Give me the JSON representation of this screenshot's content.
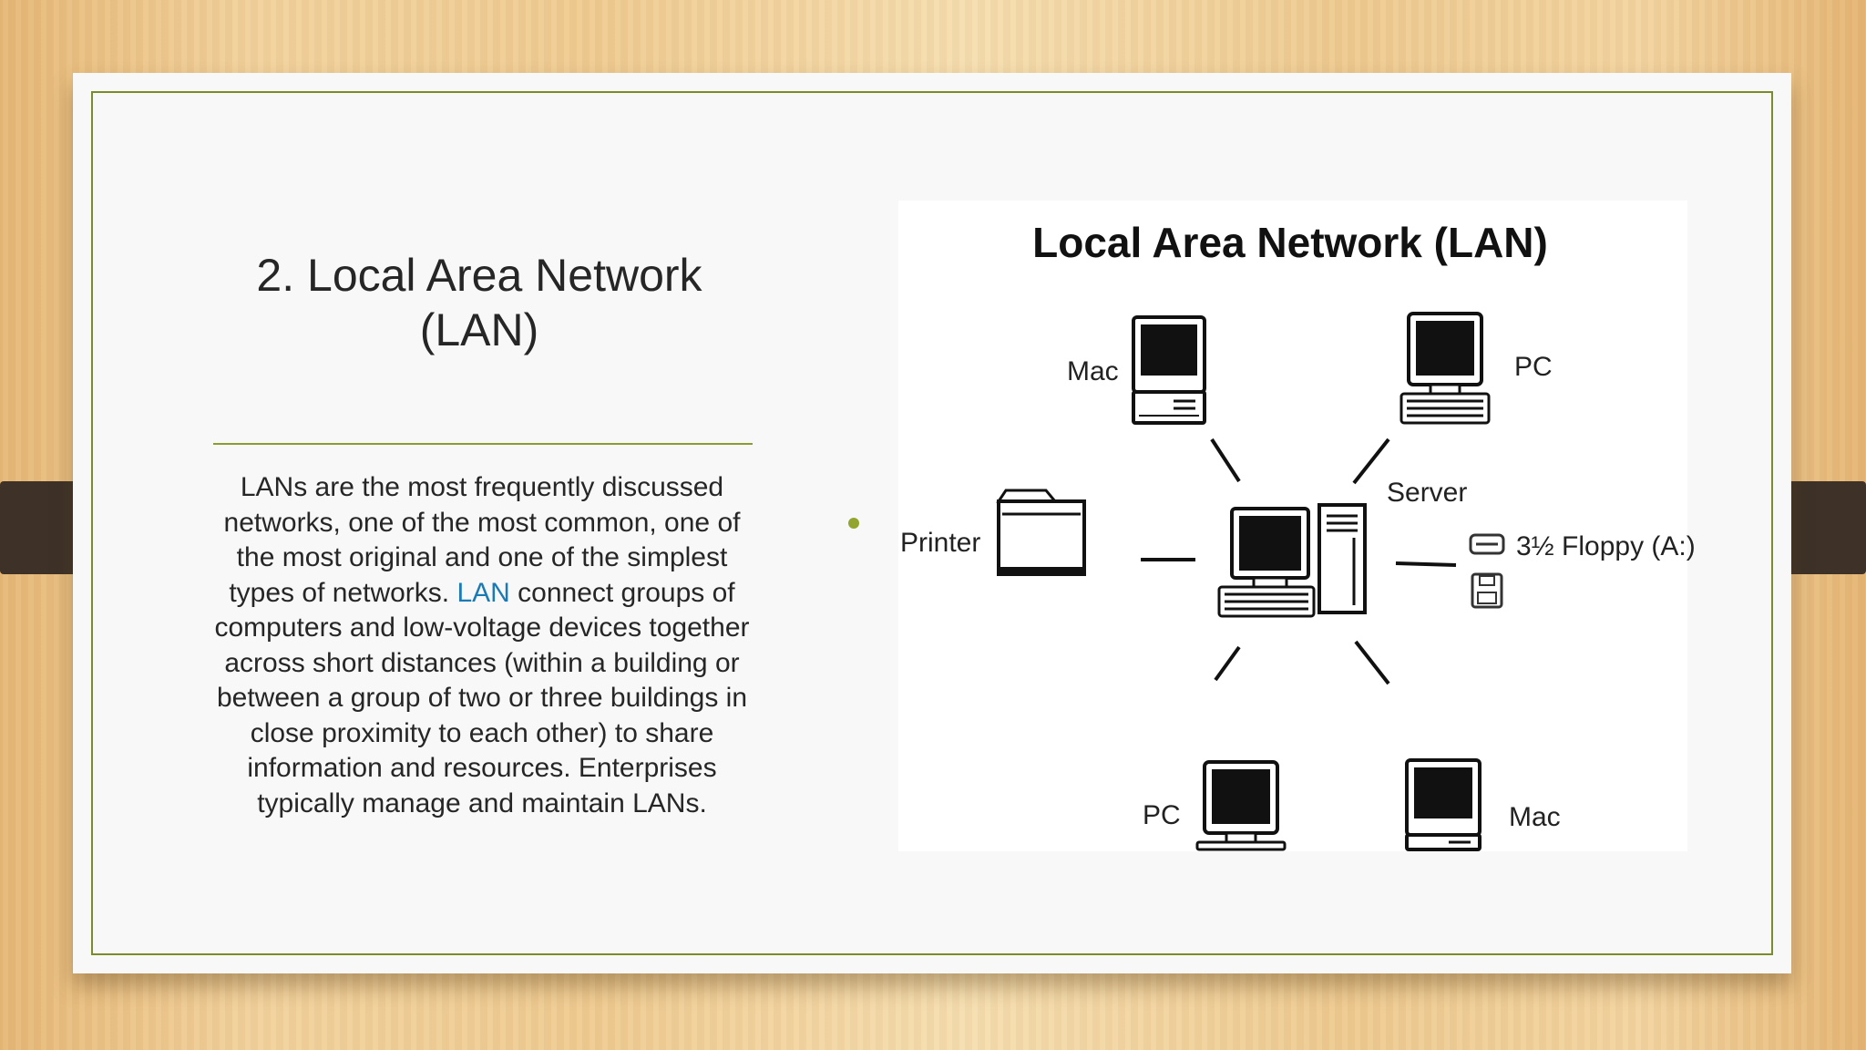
{
  "slide": {
    "title_line1": "2. Local Area Network",
    "title_line2": "(LAN)",
    "body_before_link": "LANs are the most frequently discussed networks, one of the most common, one of the most original and one of the simplest types of networks. ",
    "body_link": "LAN",
    "body_after_link": " connect groups of computers and low-voltage devices together across short distances (within a building or between a group of two or three buildings in close proximity to each other) to share information and resources. Enterprises typically manage and maintain LANs."
  },
  "diagram": {
    "title": "Local Area Network (LAN)",
    "labels": {
      "mac_top": "Mac",
      "pc_top": "PC",
      "printer": "Printer",
      "server": "Server",
      "floppy": "3½ Floppy (A:)",
      "pc_bottom": "PC",
      "mac_bottom": "Mac"
    }
  },
  "colors": {
    "frame": "#7a8c2a",
    "link": "#1b7ab5",
    "bullet": "#94a52e",
    "strap": "#3d3128"
  }
}
